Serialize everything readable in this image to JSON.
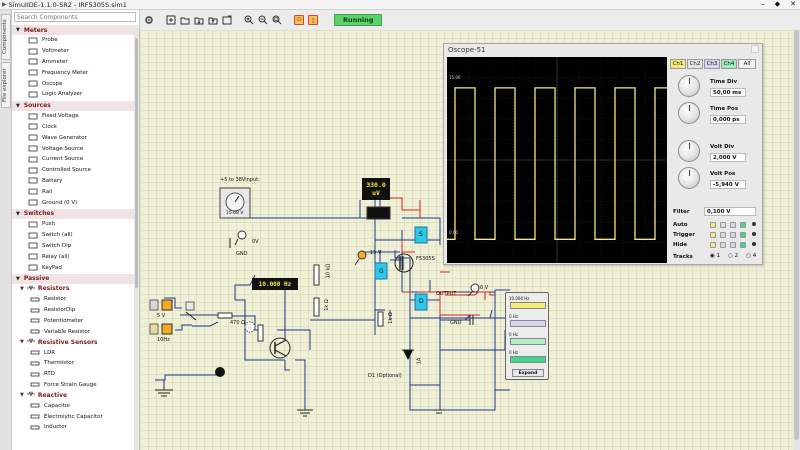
{
  "window": {
    "title": "SimulIDE-1.1.0-SR2 - IRF5305S.sim1"
  },
  "side_tabs": [
    "Components",
    "File explorer"
  ],
  "toolbar": {
    "status": "Running",
    "icons": [
      "gear-icon",
      "new-circuit-icon",
      "open-folder-icon",
      "save-icon",
      "save-as-icon",
      "zoom-in-icon",
      "zoom-out-icon",
      "zoom-fit-icon",
      "power-icon",
      "pause-icon"
    ]
  },
  "sidebar": {
    "search_placeholder": "Search Components",
    "categories": [
      {
        "label": "Meters",
        "items": [
          "Probe",
          "Voltmeter",
          "Ammeter",
          "Frequency Meter",
          "Oscope",
          "Logic Analyzer"
        ]
      },
      {
        "label": "Sources",
        "items": [
          "Fixed Voltage",
          "Clock",
          "Wave Generator",
          "Voltage Source",
          "Current Source",
          "Controlled Source",
          "Battery",
          "Rail",
          "Ground (0 V)"
        ]
      },
      {
        "label": "Switches",
        "items": [
          "Push",
          "Switch (all)",
          "Switch Dip",
          "Relay (all)",
          "KeyPad"
        ]
      },
      {
        "label": "Passive",
        "items": []
      }
    ],
    "passive_sub": [
      {
        "label": "Resistors",
        "items": [
          "Resistor",
          "ResistorDip",
          "Potentiometer",
          "Variable Resistor"
        ]
      },
      {
        "label": "Resistive Sensors",
        "items": [
          "LDR",
          "Thermistor",
          "RTD",
          "Force Strain Gauge"
        ]
      },
      {
        "label": "Reactive",
        "items": [
          "Capacitor",
          "Electrolytic Capacitor",
          "Inductor"
        ]
      }
    ]
  },
  "circuit": {
    "input_label": "+5 to 38Vinput:",
    "pot_value": "15.68 V",
    "ground_label": "GND",
    "zero_v_label": "0V",
    "lcd_voltage_1": "330.0",
    "lcd_voltage_2": "uV",
    "freq_display": "10.000  Hz",
    "fifteen_v": "15 V",
    "mosfet_label": "F5305S",
    "gate_label": "G",
    "drain_label": "D",
    "source_label": "S",
    "output_label": "OUTPUT",
    "output_v": "0 V",
    "gnd_label": "GND",
    "diode_label": "D1 (Optional)",
    "resistor_label_1": "10 kΩ",
    "resistor_label_2": "470 Ω",
    "resistor_label_3": "1k Ω",
    "resistor_label_4": "1k Ω",
    "resistor_label_5": "1A",
    "source_5v": "5 V",
    "source_10hz": "10Hz",
    "probe_widget": {
      "rows": [
        "10.000 Hz",
        "0 Hz",
        "0 Hz",
        "0 Hz"
      ],
      "colors": [
        "#f6ec7a",
        "#d8d4f0",
        "#b3f0c7",
        "#42d58c"
      ],
      "expand_label": "Expand"
    }
  },
  "oscope": {
    "title": "Oscope-51",
    "screen_top_label": "15.00",
    "screen_zero_label": "0.00",
    "channels": [
      "Ch1",
      "Ch2",
      "Ch3",
      "Ch4",
      "All"
    ],
    "channel_colors": [
      "#f4e97a",
      "#e6e6e6",
      "#dcd2f2",
      "#9fe8c0",
      "#f2f2f2"
    ],
    "time_div_label": "Time Div",
    "time_div_value": "50,00 ms",
    "time_pos_label": "Time Pos",
    "time_pos_value": "0,000 ps",
    "volt_div_label": "Volt Div",
    "volt_div_value": "2,000 V",
    "volt_pos_label": "Volt Pos",
    "volt_pos_value": "-5,940 V",
    "filter_label": "Filter",
    "filter_value": "0,100 V",
    "auto_label": "Auto",
    "trigger_label": "Trigger",
    "hide_label": "Hide",
    "tracks_label": "Tracks",
    "track_options": [
      "1",
      "2",
      "4"
    ],
    "selected_track": "1",
    "signal": {
      "type": "square",
      "color": "#f0e68c",
      "high_fraction": 0.15,
      "low_fraction": 0.885,
      "cycles": 5.5
    }
  }
}
